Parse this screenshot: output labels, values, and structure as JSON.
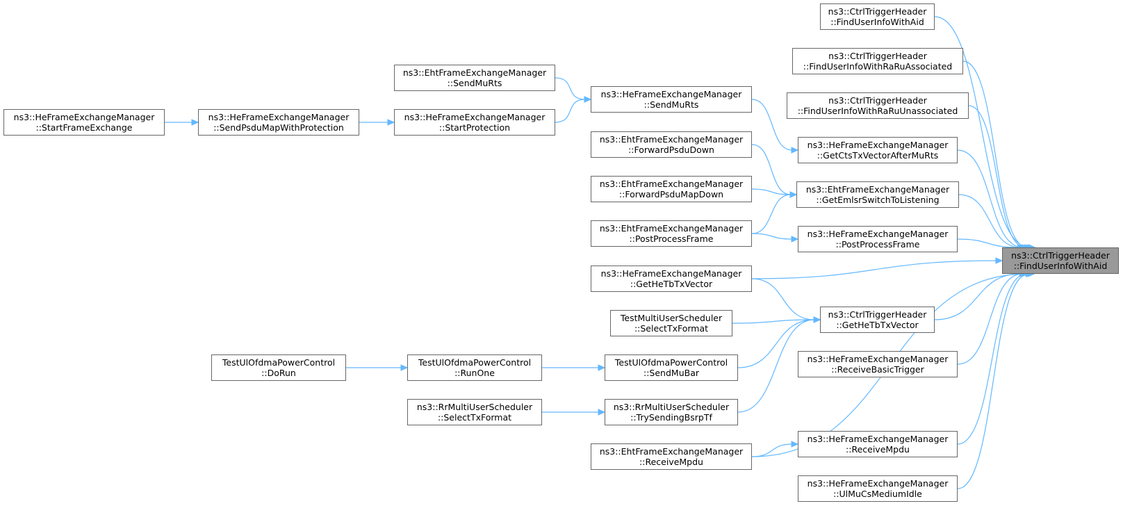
{
  "graph": {
    "colors": {
      "edge": "#63b8ff",
      "node_border": "#666666",
      "node_fill": "#ffffff",
      "focus_fill": "#999999"
    },
    "nodes": {
      "n_focus": {
        "line1": "ns3::CtrlTriggerHeader",
        "line2": "::FindUserInfoWithAid"
      },
      "n_fuiwa": {
        "line1": "ns3::CtrlTriggerHeader",
        "line2": "::FindUserInfoWithAid"
      },
      "n_fuiwra": {
        "line1": "ns3::CtrlTriggerHeader",
        "line2": "::FindUserInfoWithRaRuAssociated"
      },
      "n_fuiwru": {
        "line1": "ns3::CtrlTriggerHeader",
        "line2": "::FindUserInfoWithRaRuUnassociated"
      },
      "n_he_getcts": {
        "line1": "ns3::HeFrameExchangeManager",
        "line2": "::GetCtsTxVectorAfterMuRts"
      },
      "n_eht_getemlsr": {
        "line1": "ns3::EhtFrameExchangeManager",
        "line2": "::GetEmlsrSwitchToListening"
      },
      "n_he_postproc": {
        "line1": "ns3::HeFrameExchangeManager",
        "line2": "::PostProcessFrame"
      },
      "n_ctrl_gethetb": {
        "line1": "ns3::CtrlTriggerHeader",
        "line2": "::GetHeTbTxVector"
      },
      "n_he_recvbasic": {
        "line1": "ns3::HeFrameExchangeManager",
        "line2": "::ReceiveBasicTrigger"
      },
      "n_he_recvmpdu": {
        "line1": "ns3::HeFrameExchangeManager",
        "line2": "::ReceiveMpdu"
      },
      "n_he_ulmucs": {
        "line1": "ns3::HeFrameExchangeManager",
        "line2": "::UlMuCsMediumIdle"
      },
      "n_he_sendmurts": {
        "line1": "ns3::HeFrameExchangeManager",
        "line2": "::SendMuRts"
      },
      "n_eht_fwdpsdu": {
        "line1": "ns3::EhtFrameExchangeManager",
        "line2": "::ForwardPsduDown"
      },
      "n_eht_fwdpsdumap": {
        "line1": "ns3::EhtFrameExchangeManager",
        "line2": "::ForwardPsduMapDown"
      },
      "n_eht_postproc": {
        "line1": "ns3::EhtFrameExchangeManager",
        "line2": "::PostProcessFrame"
      },
      "n_he_gethetb": {
        "line1": "ns3::HeFrameExchangeManager",
        "line2": "::GetHeTbTxVector"
      },
      "n_test_select": {
        "line1": "TestMultiUserScheduler",
        "line2": "::SelectTxFormat"
      },
      "n_test_sendmubar": {
        "line1": "TestUlOfdmaPowerControl",
        "line2": "::SendMuBar"
      },
      "n_rr_trysending": {
        "line1": "ns3::RrMultiUserScheduler",
        "line2": "::TrySendingBsrpTf"
      },
      "n_eht_recvmpdu": {
        "line1": "ns3::EhtFrameExchangeManager",
        "line2": "::ReceiveMpdu"
      },
      "n_eht_sendmurts": {
        "line1": "ns3::EhtFrameExchangeManager",
        "line2": "::SendMuRts"
      },
      "n_he_startprot": {
        "line1": "ns3::HeFrameExchangeManager",
        "line2": "::StartProtection"
      },
      "n_test_runone": {
        "line1": "TestUlOfdmaPowerControl",
        "line2": "::RunOne"
      },
      "n_rr_select": {
        "line1": "ns3::RrMultiUserScheduler",
        "line2": "::SelectTxFormat"
      },
      "n_he_sendpsdumap": {
        "line1": "ns3::HeFrameExchangeManager",
        "line2": "::SendPsduMapWithProtection"
      },
      "n_test_dorun": {
        "line1": "TestUlOfdmaPowerControl",
        "line2": "::DoRun"
      },
      "n_he_startfe": {
        "line1": "ns3::HeFrameExchangeManager",
        "line2": "::StartFrameExchange"
      }
    },
    "edges": [
      [
        "n_fuiwa",
        "n_focus"
      ],
      [
        "n_fuiwra",
        "n_focus"
      ],
      [
        "n_fuiwru",
        "n_focus"
      ],
      [
        "n_he_getcts",
        "n_focus"
      ],
      [
        "n_eht_getemlsr",
        "n_focus"
      ],
      [
        "n_he_postproc",
        "n_focus"
      ],
      [
        "n_he_gethetb",
        "n_focus"
      ],
      [
        "n_ctrl_gethetb",
        "n_focus"
      ],
      [
        "n_he_recvbasic",
        "n_focus"
      ],
      [
        "n_eht_recvmpdu",
        "n_focus"
      ],
      [
        "n_he_recvmpdu",
        "n_focus"
      ],
      [
        "n_he_ulmucs",
        "n_focus"
      ],
      [
        "n_he_sendmurts",
        "n_he_getcts"
      ],
      [
        "n_eht_fwdpsdu",
        "n_eht_getemlsr"
      ],
      [
        "n_eht_fwdpsdumap",
        "n_eht_getemlsr"
      ],
      [
        "n_eht_postproc",
        "n_eht_getemlsr"
      ],
      [
        "n_eht_postproc",
        "n_he_postproc"
      ],
      [
        "n_he_gethetb",
        "n_ctrl_gethetb"
      ],
      [
        "n_test_select",
        "n_ctrl_gethetb"
      ],
      [
        "n_test_sendmubar",
        "n_ctrl_gethetb"
      ],
      [
        "n_rr_trysending",
        "n_ctrl_gethetb"
      ],
      [
        "n_eht_recvmpdu",
        "n_he_recvmpdu"
      ],
      [
        "n_eht_sendmurts",
        "n_he_sendmurts"
      ],
      [
        "n_he_startprot",
        "n_he_sendmurts"
      ],
      [
        "n_he_sendpsdumap",
        "n_he_startprot"
      ],
      [
        "n_he_startfe",
        "n_he_sendpsdumap"
      ],
      [
        "n_test_runone",
        "n_test_sendmubar"
      ],
      [
        "n_test_dorun",
        "n_test_runone"
      ],
      [
        "n_rr_select",
        "n_rr_trysending"
      ]
    ]
  }
}
